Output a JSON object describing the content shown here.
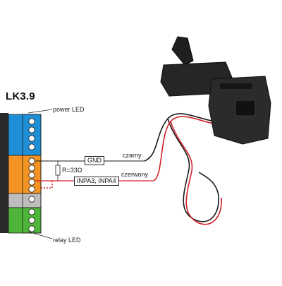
{
  "device": {
    "title": "LK3.9"
  },
  "labels": {
    "power_led": "power LED",
    "relay_led": "relay LED",
    "resistor": "R=33Ω",
    "gnd": "GND",
    "gnd_wire": "czarny",
    "input": "INPA3, INPA4",
    "input_wire": "czerwony"
  },
  "colors": {
    "blue_block": "#1e8fd6",
    "orange_block": "#f29324",
    "grey_block": "#bdbdbd",
    "green_block": "#4fb43a",
    "red_wire": "#d0202a",
    "black_wire": "#1a1a1a"
  }
}
